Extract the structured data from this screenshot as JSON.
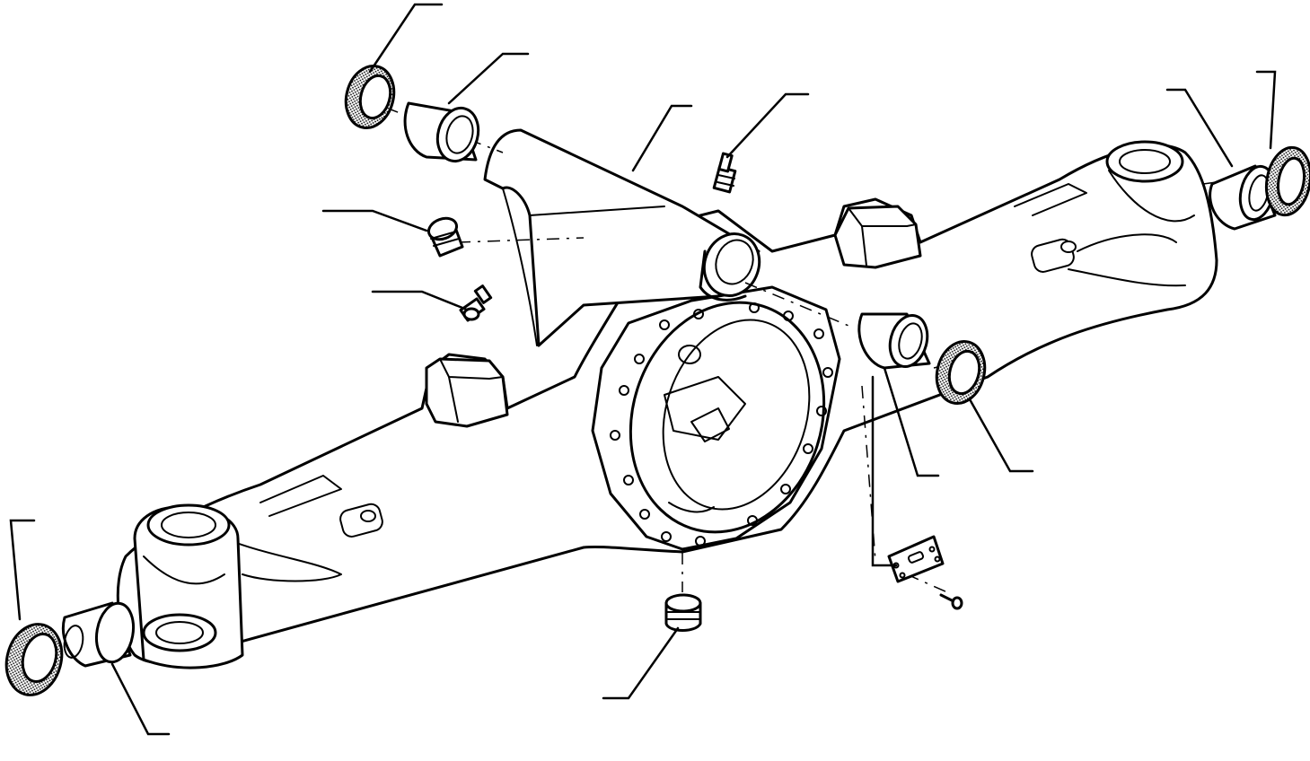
{
  "colors": {
    "ink": "#000000",
    "paper": "#ffffff"
  },
  "parts": [
    "axle-housing",
    "differential-carrier-flange",
    "pivot-bushing-front",
    "pivot-bushing-rear",
    "seal-ring-front",
    "seal-ring-rear",
    "kingpin-bushing-left",
    "kingpin-seal-left",
    "kingpin-bushing-right",
    "kingpin-seal-right",
    "grease-fitting-top",
    "grease-fitting-side",
    "drain-plug",
    "filler-plug",
    "name-plate",
    "name-plate-screw"
  ]
}
